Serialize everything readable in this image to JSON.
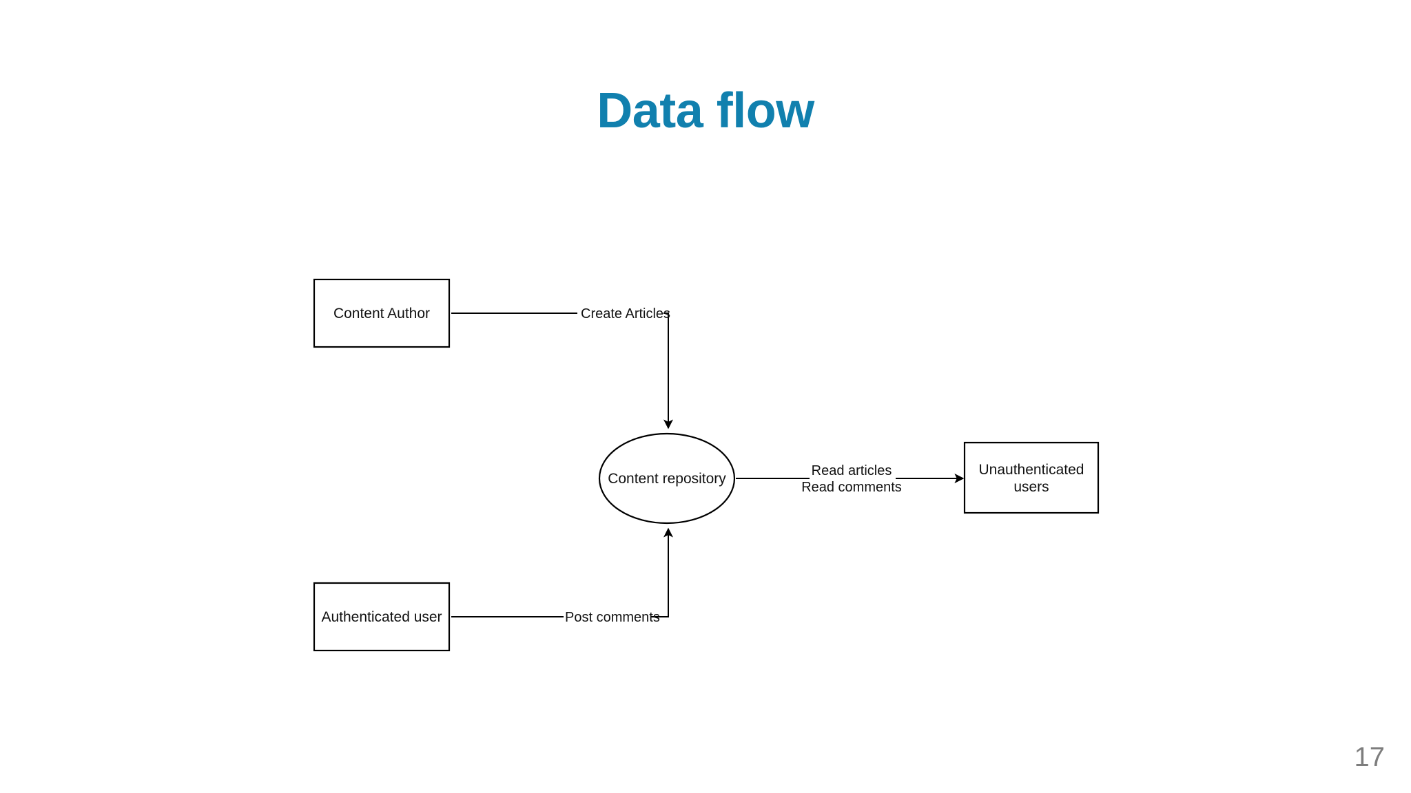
{
  "slide": {
    "title": "Data flow",
    "title_color": "#1180AE",
    "background_color": "#ffffff",
    "page_number": "17",
    "page_number_color": "#7d7d7d"
  },
  "diagram": {
    "type": "data-flow-diagram",
    "nodes": [
      {
        "id": "content-author",
        "shape": "rectangle",
        "label": "Content Author"
      },
      {
        "id": "authenticated-user",
        "shape": "rectangle",
        "label": "Authenticated user"
      },
      {
        "id": "content-repository",
        "shape": "ellipse",
        "label": "Content repository"
      },
      {
        "id": "unauthenticated-users",
        "shape": "rectangle",
        "label_line1": "Unauthenticated",
        "label_line2": "users"
      }
    ],
    "edges": [
      {
        "id": "create-articles",
        "from": "content-author",
        "to": "content-repository",
        "label": "Create Articles"
      },
      {
        "id": "post-comments",
        "from": "authenticated-user",
        "to": "content-repository",
        "label": "Post comments"
      },
      {
        "id": "read-flow",
        "from": "content-repository",
        "to": "unauthenticated-users",
        "label_line1": "Read articles",
        "label_line2": "Read comments"
      }
    ]
  }
}
